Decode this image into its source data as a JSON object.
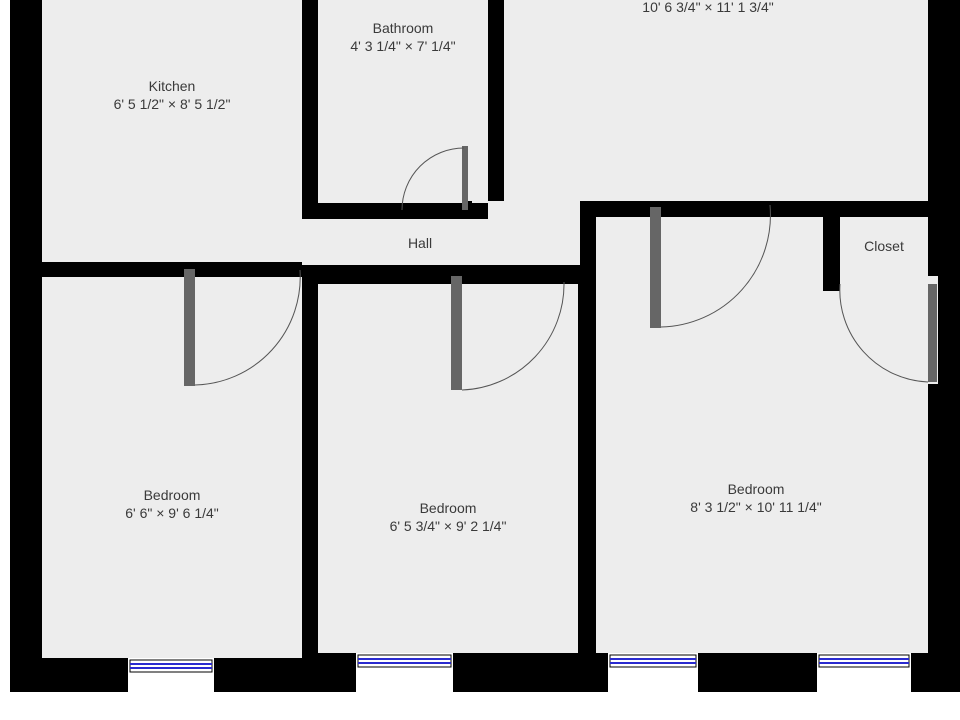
{
  "rooms": {
    "top_room": {
      "name": "",
      "dimensions": "10' 6 3/4\" × 11' 1 3/4\""
    },
    "bathroom": {
      "name": "Bathroom",
      "dimensions": "4' 3 1/4\" × 7' 1/4\""
    },
    "kitchen": {
      "name": "Kitchen",
      "dimensions": "6' 5 1/2\" × 8' 5 1/2\""
    },
    "hall": {
      "name": "Hall",
      "dimensions": ""
    },
    "closet": {
      "name": "Closet",
      "dimensions": ""
    },
    "bedroom_left": {
      "name": "Bedroom",
      "dimensions": "6' 6\" × 9' 6 1/4\""
    },
    "bedroom_middle": {
      "name": "Bedroom",
      "dimensions": "6' 5 3/4\" × 9' 2 1/4\""
    },
    "bedroom_right": {
      "name": "Bedroom",
      "dimensions": "8' 3 1/2\" × 10' 11 1/4\""
    }
  },
  "colors": {
    "wall": "#000000",
    "floor": "#ededed",
    "door": "#666666",
    "window": "#2a2ad0",
    "label": "#3a3a3a"
  }
}
